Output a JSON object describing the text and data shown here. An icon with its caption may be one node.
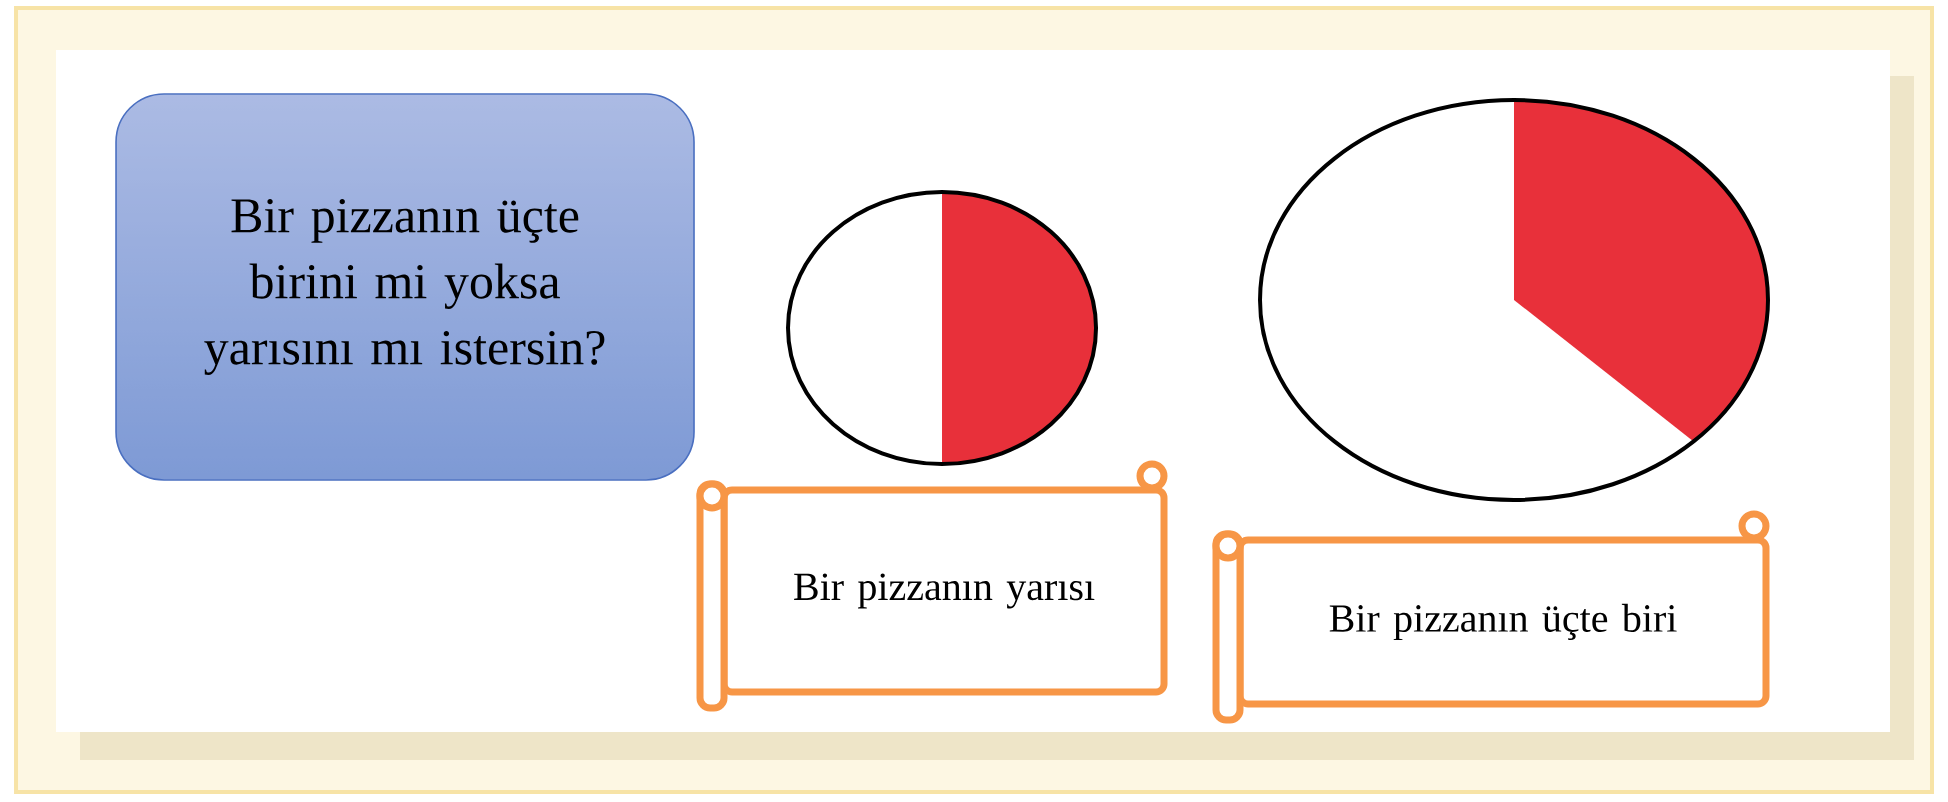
{
  "diagram": {
    "nodes": [
      {
        "text": [
          "Bir pizzanın üçte birini mi yoksa yarısını mı istersin?"
        ]
      },
      {
        "text": [],
        "shape": "circle"
      },
      {
        "text": [
          "Bir pizzanın yarısı"
        ]
      },
      {
        "text": [],
        "shape": "circle"
      },
      {
        "text": [
          "Bir pizzanın üçte biri"
        ]
      }
    ]
  }
}
